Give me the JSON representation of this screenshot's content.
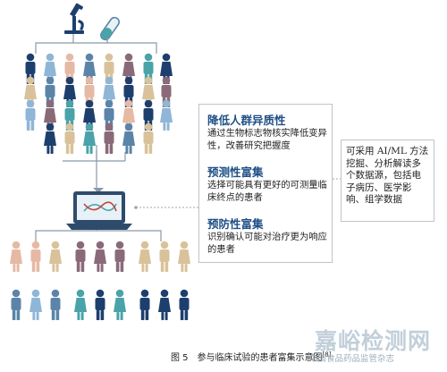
{
  "diagram": {
    "section1_title": "降低人群异质性",
    "section1_body": "通过生物标志物核实降低变异性，改善研究把握度",
    "section2_title": "预测性富集",
    "section2_body": "选择可能具有更好的可测量临床终点的患者",
    "section3_title": "预防性富集",
    "section3_body": "识别确认可能对治疗更为响应的患者",
    "side_note": "可采用 AI/ML 方法挖掘、分析解读多个数据源，包括电子病历、医学影响、组学数据",
    "caption": "图 5　参与临床试验的患者富集示意图",
    "caption_ref": "[8]",
    "source_note": "中国食品药品监管杂志",
    "watermark": "嘉峪检测网"
  },
  "icons": [
    "microscope-icon",
    "test-tube-icon",
    "laptop-icon",
    "dna-icon",
    "person-icon"
  ],
  "colors": {
    "navy": "#1d3f6e",
    "steel": "#5b84a8",
    "ltblue": "#8fb6d6",
    "teal": "#4aa3a8",
    "mauve": "#8a6a78",
    "peach": "#e6b9a4",
    "tan": "#d9c29a",
    "heading": "#1f4f86"
  }
}
